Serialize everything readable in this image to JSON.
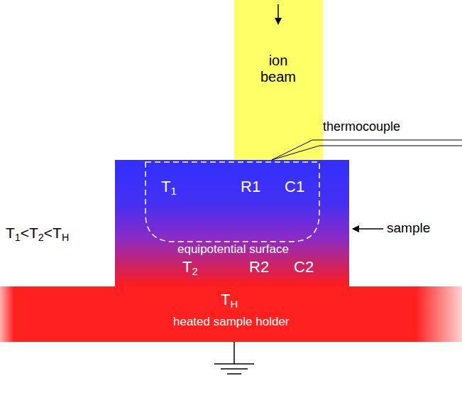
{
  "diagram": {
    "nodes": [
      {
        "text": [
          "ion beam"
        ]
      },
      {
        "text": [
          "equipotential surface",
          "T2",
          "R2",
          "C2"
        ]
      },
      {
        "text": [
          "T1",
          "R1",
          "C1"
        ],
        "in": 1
      },
      {
        "text": [
          "TH",
          "heated sample holder"
        ]
      }
    ],
    "labels": [
      "T1<T2<TH",
      "thermocouple",
      "sample"
    ]
  }
}
